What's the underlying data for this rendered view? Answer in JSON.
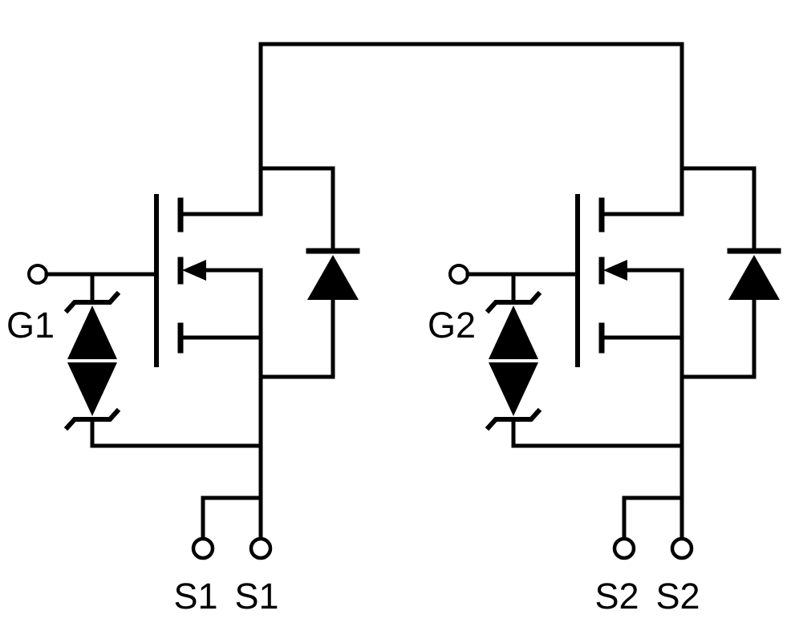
{
  "diagram": {
    "kind": "circuit-schematic",
    "subject": "Dual N-channel MOSFET, common drain, with gate-source back-to-back ESD zener diodes and body diodes",
    "colors": {
      "line": "#000000",
      "background": "#ffffff"
    },
    "components": {
      "per_circuit": [
        "n-channel-mosfet-symbol",
        "body-diode",
        "esd-zener-pair",
        "gate-terminal",
        "two-source-terminals"
      ],
      "shared": [
        "common-drain-top-rail"
      ]
    },
    "circuits": [
      {
        "id": "left",
        "gate_label": "G1",
        "source_labels": [
          "S1",
          "S1"
        ]
      },
      {
        "id": "right",
        "gate_label": "G2",
        "source_labels": [
          "S2",
          "S2"
        ]
      }
    ]
  }
}
